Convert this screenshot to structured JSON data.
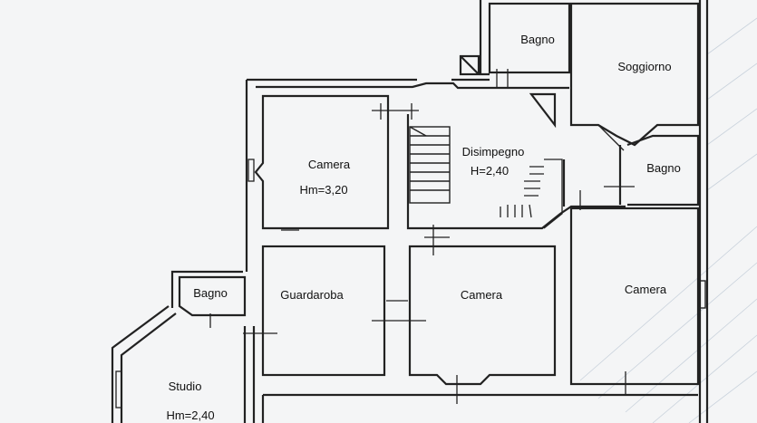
{
  "rooms": {
    "bagno_top": {
      "name": "Bagno"
    },
    "soggiorno": {
      "name": "Soggiorno"
    },
    "camera_left": {
      "name": "Camera",
      "height": "Hm=3,20"
    },
    "disimpegno": {
      "name": "Disimpegno",
      "height": "H=2,40"
    },
    "bagno_right": {
      "name": "Bagno"
    },
    "bagno_left": {
      "name": "Bagno"
    },
    "guardaroba": {
      "name": "Guardaroba"
    },
    "camera_center": {
      "name": "Camera"
    },
    "camera_right": {
      "name": "Camera"
    },
    "studio": {
      "name": "Studio",
      "height": "Hm=2,40"
    }
  },
  "colors": {
    "wall": "#222222",
    "paper": "#f4f5f6",
    "faint": "#c9d2dc"
  }
}
